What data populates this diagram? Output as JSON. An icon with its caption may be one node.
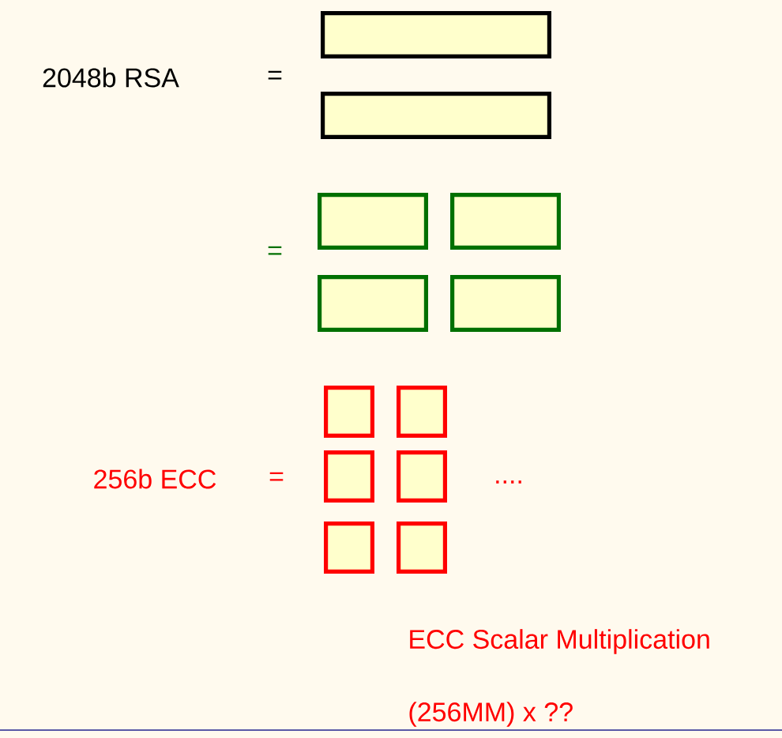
{
  "diagram": {
    "nodes": [
      {
        "text": [],
        "shape": "box"
      },
      {
        "text": [],
        "shape": "box"
      },
      {
        "text": [],
        "shape": "box"
      },
      {
        "text": [],
        "shape": "box"
      },
      {
        "text": [],
        "shape": "box"
      },
      {
        "text": [],
        "shape": "box"
      },
      {
        "text": [],
        "shape": "box"
      },
      {
        "text": [],
        "shape": "box"
      },
      {
        "text": [],
        "shape": "box"
      },
      {
        "text": [],
        "shape": "box"
      },
      {
        "text": [],
        "shape": "box"
      },
      {
        "text": [],
        "shape": "box"
      }
    ],
    "labels": [
      "2048b RSA",
      "=",
      "=",
      "256b ECC",
      "=",
      "....",
      "ECC Scalar Multiplication",
      "(256MM) x ??"
    ]
  }
}
